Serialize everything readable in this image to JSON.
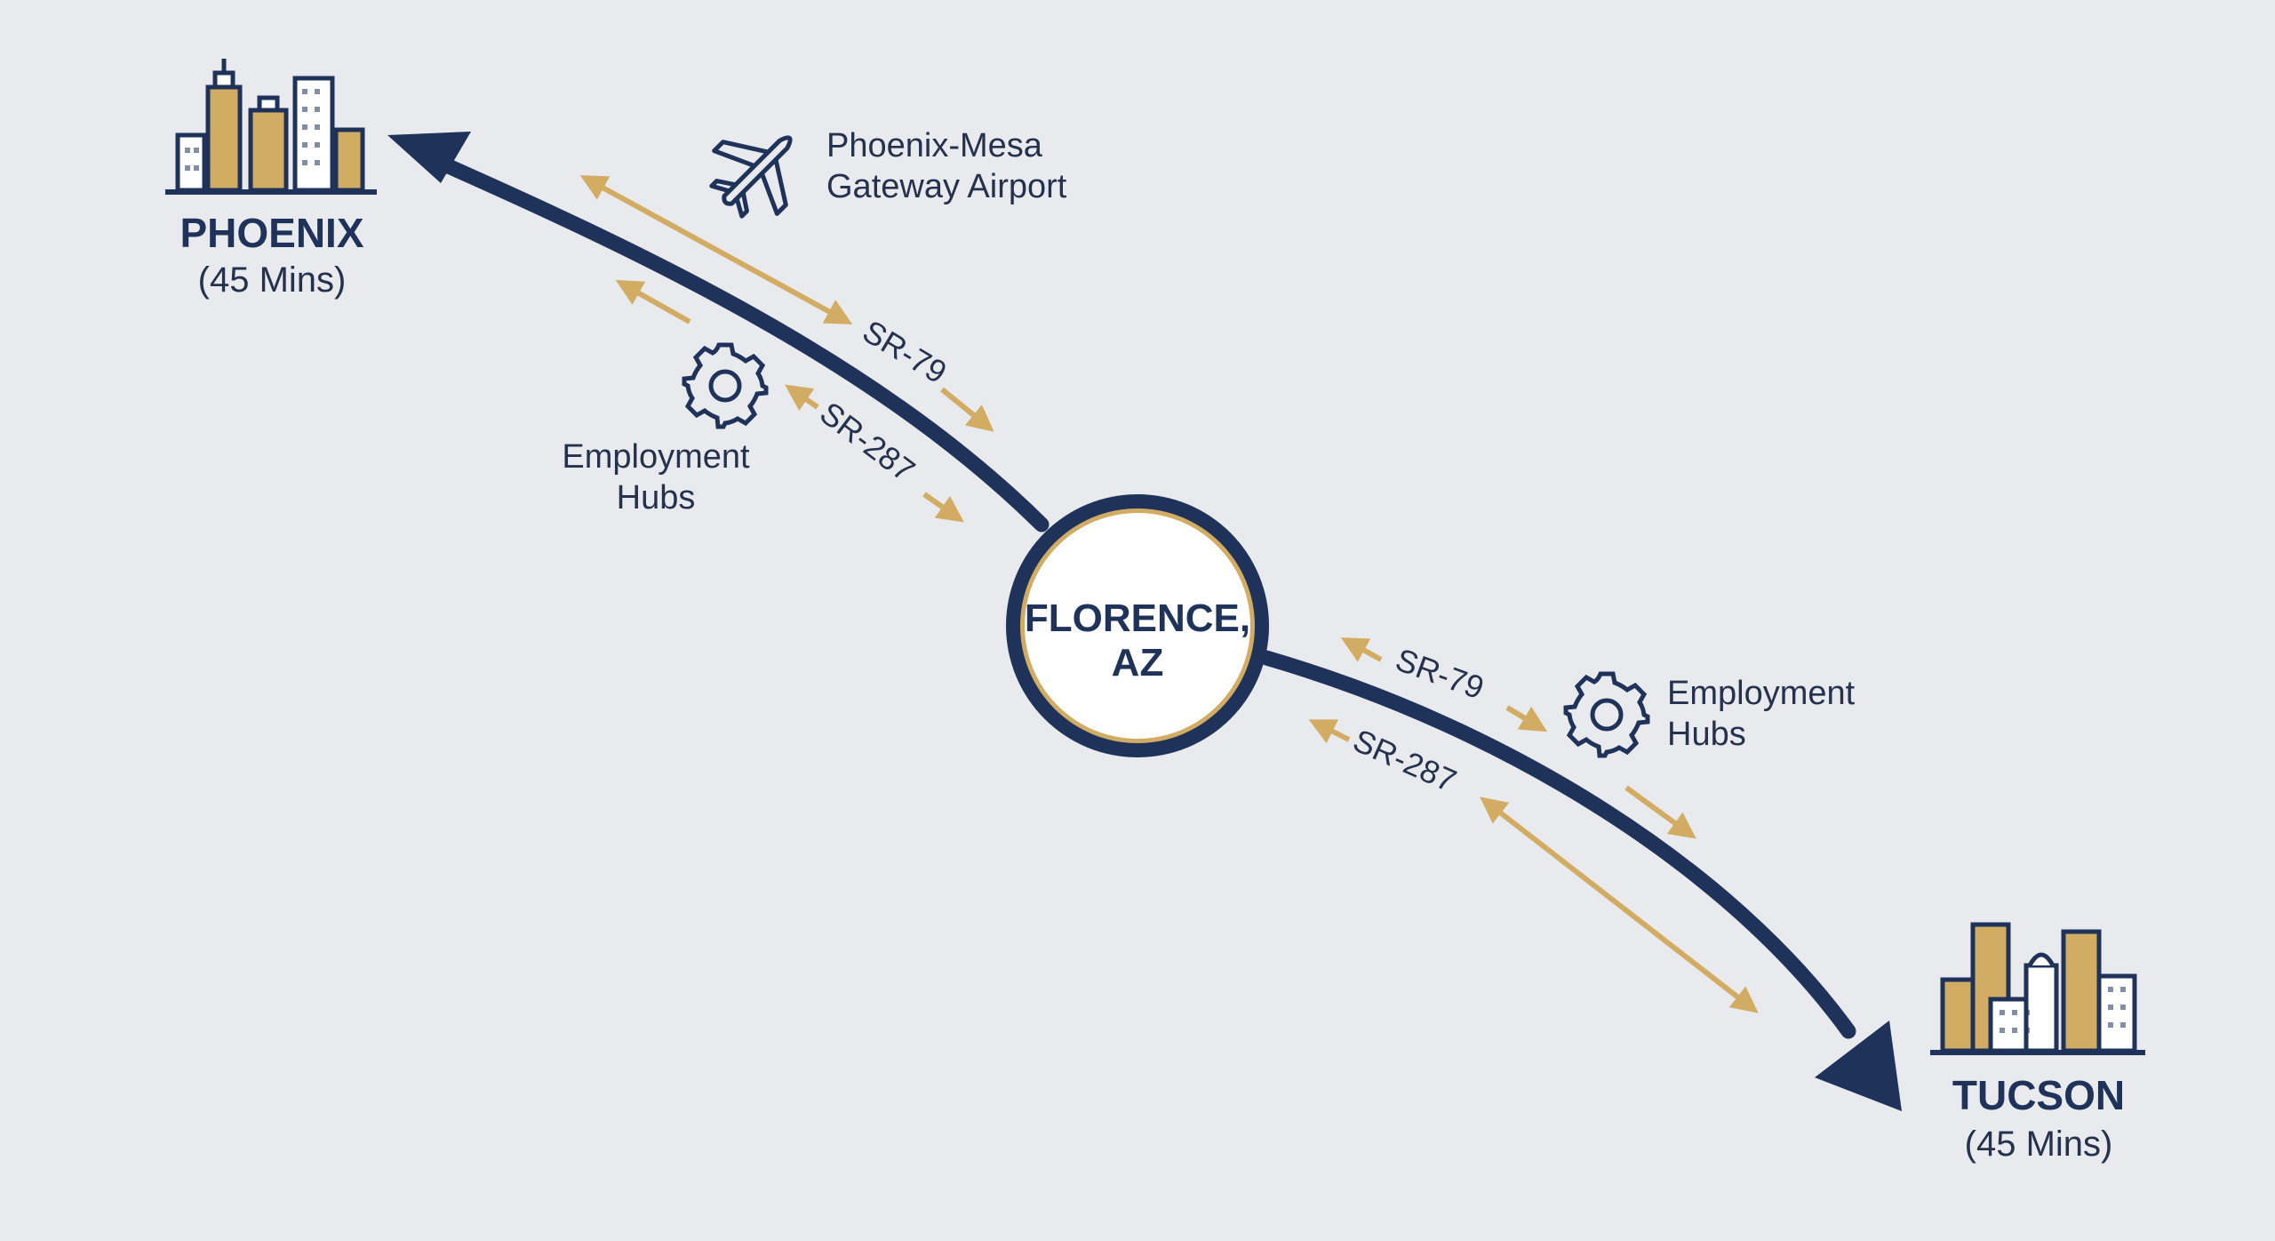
{
  "colors": {
    "background": "#e9eaed",
    "navy": "#1f335a",
    "gold": "#d1ac62",
    "text": "#25324d",
    "center_fill": "#ffffff"
  },
  "center": {
    "line1": "FLORENCE,",
    "line2": "AZ"
  },
  "phoenix": {
    "name": "PHOENIX",
    "time": "(45 Mins)",
    "icon": "city-skyline-icon"
  },
  "tucson": {
    "name": "TUCSON",
    "time": "(45 Mins)",
    "icon": "city-skyline-icon"
  },
  "airport": {
    "line1": "Phoenix-Mesa",
    "line2": "Gateway Airport",
    "icon": "airplane-icon"
  },
  "hubs_north": {
    "line1": "Employment",
    "line2": "Hubs",
    "icon": "gear-icon"
  },
  "hubs_south": {
    "line1": "Employment",
    "line2": "Hubs",
    "icon": "gear-icon"
  },
  "routes": {
    "north_sr79": "SR-79",
    "north_sr287": "SR-287",
    "south_sr79": "SR-79",
    "south_sr287": "SR-287"
  }
}
